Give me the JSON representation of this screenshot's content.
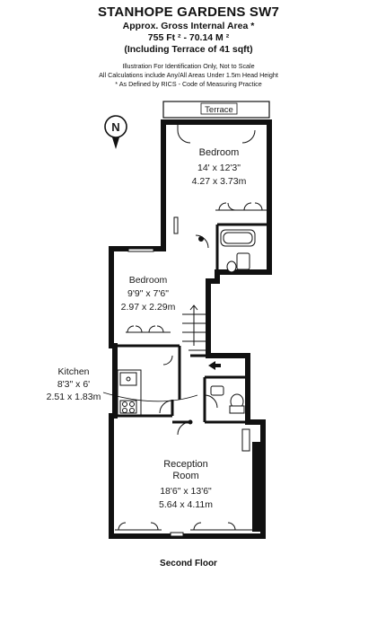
{
  "header": {
    "title": "STANHOPE GARDENS SW7",
    "line1": "Approx. Gross Internal Area *",
    "line2": "755 Ft ² - 70.14 M ²",
    "line3": "(Including Terrace of 41 sqft)",
    "note1": "Illustration For Identification Only, Not to Scale",
    "note2": "All Calculations include Any/All Areas Under 1.5m Head Height",
    "note3": "* As Defined by RICS - Code of Measuring Practice"
  },
  "compass": {
    "letter": "N"
  },
  "rooms": {
    "terrace": {
      "name": "Terrace"
    },
    "bedroom1": {
      "name": "Bedroom",
      "imperial": "14' x 12'3\"",
      "metric": "4.27 x 3.73m"
    },
    "bedroom2": {
      "name": "Bedroom",
      "imperial": "9'9\" x 7'6\"",
      "metric": "2.97 x 2.29m"
    },
    "kitchen": {
      "name": "Kitchen",
      "imperial": "8'3\" x 6'",
      "metric": "2.51 x 1.83m"
    },
    "reception": {
      "name_line1": "Reception",
      "name_line2": "Room",
      "imperial": "18'6\" x 13'6\"",
      "metric": "5.64 x 4.11m"
    }
  },
  "floor_label": "Second Floor",
  "colors": {
    "wall": "#111111",
    "background": "#ffffff"
  }
}
